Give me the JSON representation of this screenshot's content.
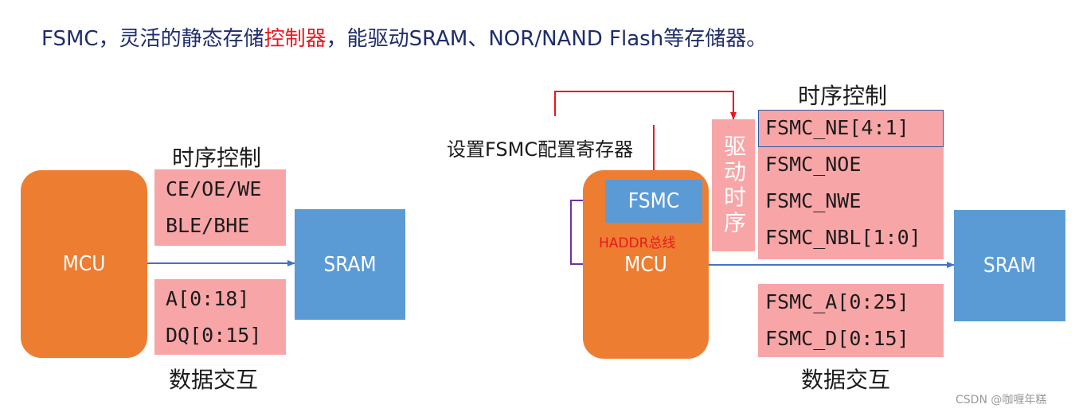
{
  "title": {
    "part1": "FSMC，灵活的静态存储",
    "highlight": "控制器",
    "part2": "，能驱动SRAM、NOR/NAND Flash等存储器。"
  },
  "left": {
    "mcu": "MCU",
    "sram": "SRAM",
    "timing_title": "时序控制",
    "timing_signals": [
      "CE/OE/WE",
      "BLE/BHE"
    ],
    "data_signals": [
      "A[0:18]",
      "DQ[0:15]"
    ],
    "data_title": "数据交互"
  },
  "right": {
    "mcu": "MCU",
    "fsmc": "FSMC",
    "sram": "SRAM",
    "config_label": "设置FSMC配置寄存器",
    "bus_label": "HADDR总线",
    "drive_timing": "驱动时序",
    "timing_title": "时序控制",
    "timing_signals": [
      "FSMC_NE[4:1]",
      "FSMC_NOE",
      "FSMC_NWE",
      "FSMC_NBL[1:0]"
    ],
    "data_signals": [
      "FSMC_A[0:25]",
      "FSMC_D[0:15]"
    ],
    "data_title": "数据交互"
  },
  "watermark": "CSDN @咖喱年糕",
  "colors": {
    "mcu": "#ed7d31",
    "sram": "#5b9bd5",
    "signal_box": "#f8a5a7",
    "arrow_blue": "#4472c4",
    "arrow_red": "#e8191e",
    "arrow_purple": "#7030a0",
    "title_text": "#1f2d6b",
    "highlight": "#e8191e"
  }
}
